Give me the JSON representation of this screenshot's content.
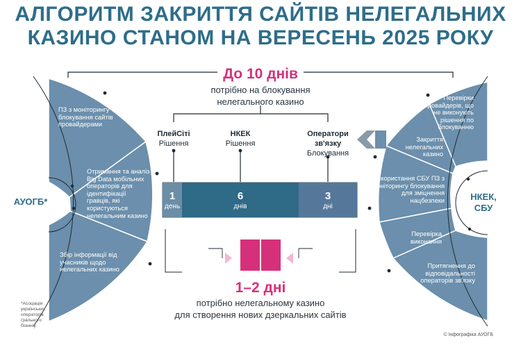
{
  "title": {
    "line1": "АЛГОРИТМ ЗАКРИТТЯ САЙТІВ НЕЛЕГАЛЬНИХ",
    "line2": "КАЗИНО СТАНОМ НА ВЕРЕСЕНЬ 2025 РОКУ"
  },
  "top_summary": {
    "days": "До 10 днів",
    "line1": "потрібно на блокування",
    "line2": "нелегального казино"
  },
  "columns": [
    {
      "name": "ПлейСіті",
      "action": "Рішення"
    },
    {
      "name": "НКЕК",
      "action": "Рішення"
    },
    {
      "name": "Оператори зв'язку",
      "action": "Блокування"
    }
  ],
  "timeline": [
    {
      "value": 1,
      "unit": "день",
      "color": "#6b8ea6"
    },
    {
      "value": 6,
      "unit": "днів",
      "color": "#2f6a87"
    },
    {
      "value": 3,
      "unit": "дні",
      "color": "#55789a"
    }
  ],
  "bottom_summary": {
    "days": "1–2 дні",
    "line1": "потрібно нелегальному казино",
    "line2": "для створення нових дзеркальних сайтів"
  },
  "left_actor": "АУОГБ*",
  "left_items": [
    "ПЗ з моніторингу блокування сайтів провайдерами",
    "Отримання та аналіз Big Data мобільних операторів для ідентифікації гравців, які користуються нелегальним казино",
    "Збір інформації від учасників щодо нелегальних казино"
  ],
  "right_actor": "НКЕК, СБУ",
  "right_items": [
    "Перевірки провайдерів, що не виконують рішення по блокуванню",
    "Закриття нелегальних казино",
    "Використання СБУ ПЗ з моніторингу блокування для зміцнення нацбезпеки",
    "Перевірка виконання",
    "Притягнення до відповідальності операторів зв'язку"
  ],
  "footnote": "*Асоціація українських операторів грального бізнесу",
  "credit": "© Інфографіка АУОГБ",
  "colors": {
    "accent": "#d6307a",
    "accent_light": "#f0b8d2",
    "fan": "#6b8fac",
    "fan_dark": "#2f6a87",
    "title": "#2e6d8a"
  }
}
